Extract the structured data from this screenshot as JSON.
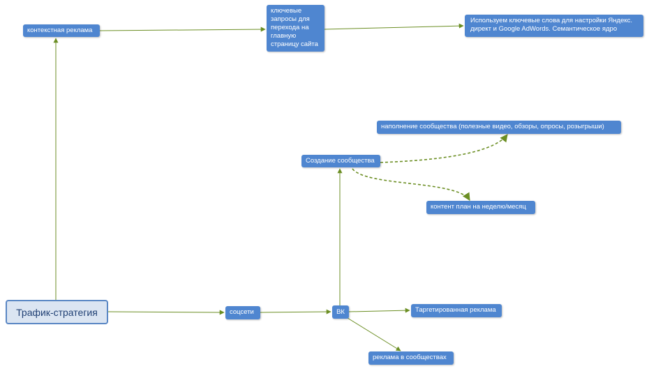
{
  "diagram": {
    "root": "Трафик-стратегия",
    "nodes": {
      "context_ads": "контекстная реклама",
      "keywords": "ключевые запросы для перехода на главную страницу сайта",
      "adwords": "Используем ключевые слова для настройки Яндекс. директ и Google AdWords. Семантическое ядро",
      "social": "соцсети",
      "vk": "ВК",
      "targeted_ads": "Таргетированная реклама",
      "community_ads": "реклама в сообществах",
      "create_community": "Создание сообщества",
      "content_fill": "наполнение сообщества (полезные видео, обзоры, опросы, розыгрыши)",
      "content_plan": "контент план на неделю/месяц"
    },
    "colors": {
      "node_fill": "#4f86d0",
      "root_fill": "#dbe5f2",
      "root_border": "#5a87c4",
      "connector": "#6b8e23"
    }
  }
}
